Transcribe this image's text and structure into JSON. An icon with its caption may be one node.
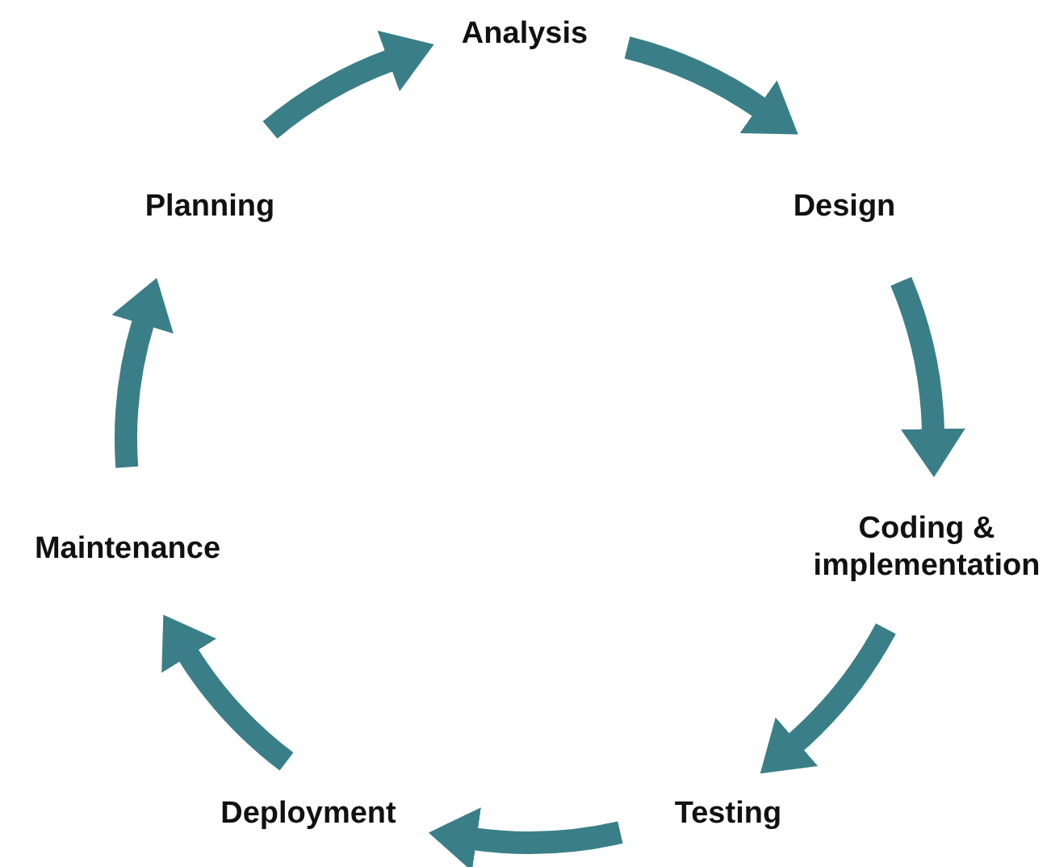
{
  "diagram": {
    "nodes": [
      {
        "text": [
          "Analysis"
        ]
      },
      {
        "text": [
          "Design"
        ]
      },
      {
        "text": [
          "Coding & implementation"
        ]
      },
      {
        "text": [
          "Testing"
        ]
      },
      {
        "text": [
          "Deployment"
        ]
      },
      {
        "text": [
          "Maintenance"
        ]
      },
      {
        "text": [
          "Planning"
        ]
      }
    ],
    "edges": [
      {
        "from": 6,
        "to": 0,
        "arrow": "to"
      },
      {
        "from": 0,
        "to": 1,
        "arrow": "to"
      },
      {
        "from": 1,
        "to": 2,
        "arrow": "to"
      },
      {
        "from": 2,
        "to": 3,
        "arrow": "to"
      },
      {
        "from": 3,
        "to": 4,
        "arrow": "to"
      },
      {
        "from": 4,
        "to": 5,
        "arrow": "to"
      },
      {
        "from": 5,
        "to": 6,
        "arrow": "to"
      }
    ]
  }
}
